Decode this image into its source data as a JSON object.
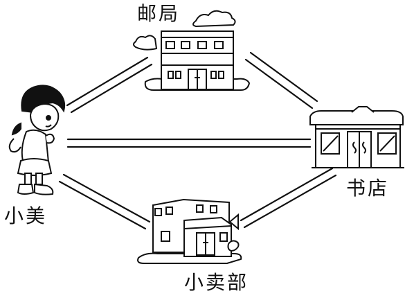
{
  "labels": {
    "post_office": "邮局",
    "bookstore": "书店",
    "girl": "小美",
    "shop": "小卖部"
  },
  "colors": {
    "ink": "#111111",
    "paper": "#ffffff"
  }
}
